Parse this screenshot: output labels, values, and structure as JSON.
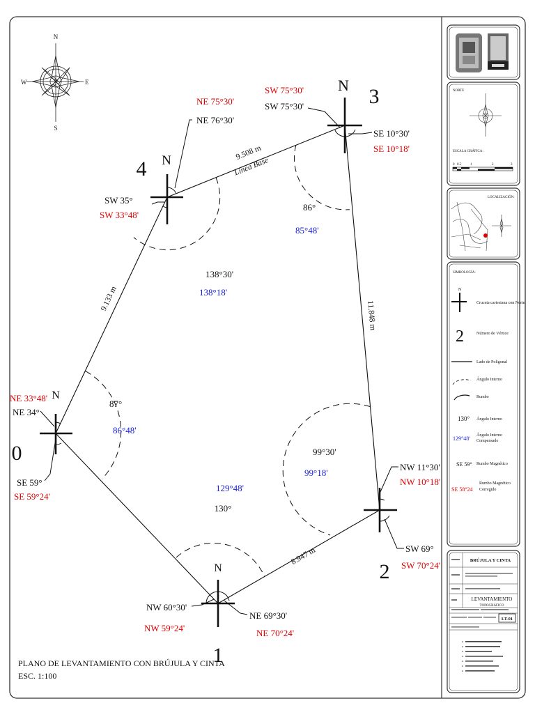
{
  "drawing": {
    "title": "PLANO DE LEVANTAMIENTO CON BRÚJULA Y CINTA",
    "scale": "ESC. 1:100",
    "compass_labels": {
      "n": "N",
      "s": "S",
      "e": "E",
      "w": "W"
    }
  },
  "vertices": [
    {
      "id": "0",
      "north": "N",
      "bearings": [
        {
          "text": "NE 33°48'",
          "color": "#e00000"
        },
        {
          "text": "NE 34°",
          "color": "#111111"
        },
        {
          "text": "SE 59°",
          "color": "#111111"
        },
        {
          "text": "SE 59°24'",
          "color": "#e00000"
        }
      ],
      "angle": "87°",
      "angle_comp": "86°48'"
    },
    {
      "id": "1",
      "north": "N",
      "bearings": [
        {
          "text": "NW 60°30'",
          "color": "#111111"
        },
        {
          "text": "NW 59°24'",
          "color": "#e00000"
        },
        {
          "text": "NE 69°30'",
          "color": "#111111"
        },
        {
          "text": "NE 70°24'",
          "color": "#e00000"
        }
      ],
      "angle": "130°",
      "angle_comp": "129°48'"
    },
    {
      "id": "2",
      "bearings": [
        {
          "text": "NW 11°30'",
          "color": "#111111"
        },
        {
          "text": "NW 10°18'",
          "color": "#e00000"
        },
        {
          "text": "SW 69°",
          "color": "#111111"
        },
        {
          "text": "SW 70°24'",
          "color": "#e00000"
        }
      ],
      "angle": "99°30'",
      "angle_comp": "99°18'"
    },
    {
      "id": "3",
      "north": "N",
      "bearings": [
        {
          "text": "SW 75°30'",
          "color": "#e00000"
        },
        {
          "text": "SW 75°30'",
          "color": "#111111"
        },
        {
          "text": "SE 10°30'",
          "color": "#111111"
        },
        {
          "text": "SE 10°18'",
          "color": "#e00000"
        }
      ],
      "angle": "86°",
      "angle_comp": "85°48'"
    },
    {
      "id": "4",
      "north": "N",
      "bearings": [
        {
          "text": "NE 75°30'",
          "color": "#e00000"
        },
        {
          "text": "NE 76°30'",
          "color": "#111111"
        },
        {
          "text": "SW 35°",
          "color": "#111111"
        },
        {
          "text": "SW 33°48'",
          "color": "#e00000"
        }
      ],
      "angle": "138°30'",
      "angle_comp": "138°18'"
    }
  ],
  "sides": [
    {
      "from": "4",
      "to": "3",
      "length": "9.508 m",
      "note": "Línea Base"
    },
    {
      "from": "3",
      "to": "2",
      "length": "11.848 m"
    },
    {
      "from": "1",
      "to": "2",
      "length": "8.947 m"
    },
    {
      "from": "0",
      "to": "4",
      "length": "9.133 m"
    }
  ],
  "title_block": {
    "norte_label": "NORTE",
    "escala_grafica_label": "ESCALA GRÁFICA:",
    "scale_ticks": [
      "0",
      "0.5",
      "1",
      "2",
      "3"
    ],
    "localizacion_label": "LOCALIZACIÓN:",
    "simbologia_label": "SIMBOLOGÍA:",
    "legend": [
      {
        "symbol": "cross",
        "label": "Cruceta cartesiana con Norte"
      },
      {
        "symbol": "number",
        "sample": "2",
        "label": "Número de Vértice"
      },
      {
        "symbol": "line",
        "label": "Lado de Poligonal"
      },
      {
        "symbol": "dash-arc",
        "label": "Ángulo Interno"
      },
      {
        "symbol": "arc",
        "label": "Rumbo"
      },
      {
        "symbol": "text",
        "sample": "130°",
        "sample_color": "#111111",
        "label": "Ángulo Interno"
      },
      {
        "symbol": "text",
        "sample": "129°48'",
        "sample_color": "#1a22d8",
        "label": "Ángulo Interno Compensado"
      },
      {
        "symbol": "text",
        "sample": "SE 59°",
        "sample_color": "#111111",
        "label": "Rumbo Magnético"
      },
      {
        "symbol": "text",
        "sample": "SE 58°24",
        "sample_color": "#e00000",
        "label": "Rumbo Magnético Corregido"
      }
    ],
    "project": "BRÚJULA Y CINTA",
    "sheet_title_1": "LEVANTAMIENTO",
    "sheet_title_2": "TOPOGRÁFICO",
    "sheet_number": "LT-01"
  },
  "colors": {
    "measured": "#111111",
    "corrected": "#e00000",
    "compensated": "#1a22d8",
    "frame": "#333333"
  }
}
